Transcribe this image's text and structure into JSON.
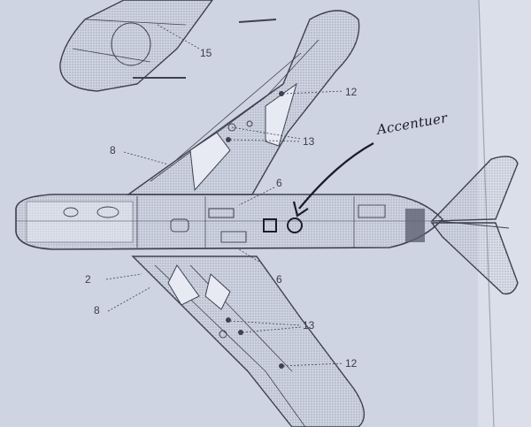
{
  "annotation": {
    "text": "Accentuer"
  },
  "callouts": [
    "15",
    "12",
    "13",
    "8",
    "6",
    "6",
    "2",
    "8",
    "13",
    "12"
  ],
  "colors": {
    "paper": "#cfd4e2",
    "line": "#3e4150",
    "shade": "#9ca2b4",
    "ink": "#1a1c2a"
  }
}
